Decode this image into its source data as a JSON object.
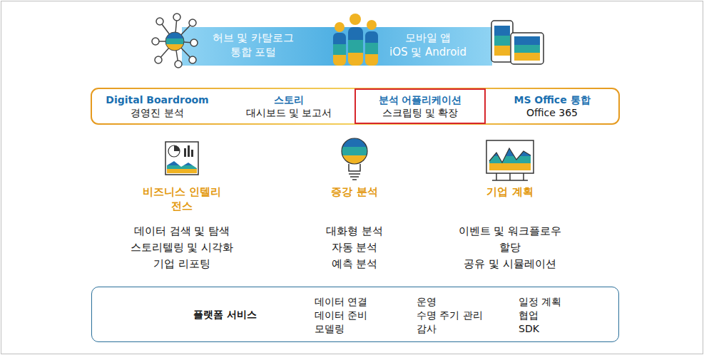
{
  "diagram": {
    "nodes": [
      {
        "text": [
          "허브 및 카탈로그",
          "통합 포털",
          "모바일 앱",
          "iOS 및 Android"
        ]
      },
      {
        "text": [
          "Digital Boardroom",
          "경영진 분석"
        ]
      },
      {
        "text": [
          "스토리",
          "대시보드 및 보고서"
        ]
      },
      {
        "text": [
          "분석 어플리케이션",
          "스크립팅 및 확장"
        ]
      },
      {
        "text": [
          "MS Office 통합",
          "Office 365"
        ]
      },
      {
        "text": [
          "플랫폼 서비스",
          "데이터 연결",
          "데이터 준비",
          "모델링",
          "운영",
          "수명 주기 관리",
          "감사",
          "일정 계획",
          "협업",
          "SDK"
        ]
      }
    ],
    "labels": [
      "비즈니스 인텔리전스",
      "데이터 검색 및 탐색",
      "스토리텔링 및 시각화",
      "기업 리포팅",
      "증강 분석",
      "대화형 분석",
      "자동 분석",
      "예측 분석",
      "기업 계획",
      "이벤트 및 워크플로우",
      "할당",
      "공유 및 시뮬레이션"
    ]
  }
}
